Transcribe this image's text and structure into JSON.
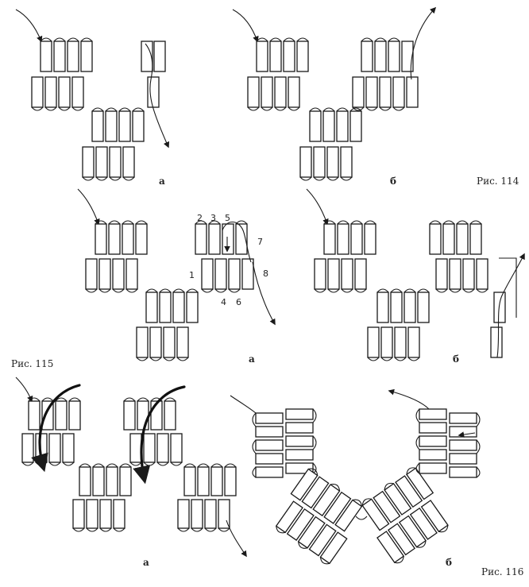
{
  "figures": {
    "fig114": "Рис. 114",
    "fig115": "Рис. 115",
    "fig116": "Рис. 116"
  },
  "panel_labels": {
    "a114": "а",
    "b114": "б",
    "a115": "а",
    "b115": "б",
    "a116": "а",
    "b116": "б"
  },
  "step_numbers": [
    "1",
    "2",
    "3",
    "4",
    "5",
    "6",
    "7",
    "8"
  ]
}
